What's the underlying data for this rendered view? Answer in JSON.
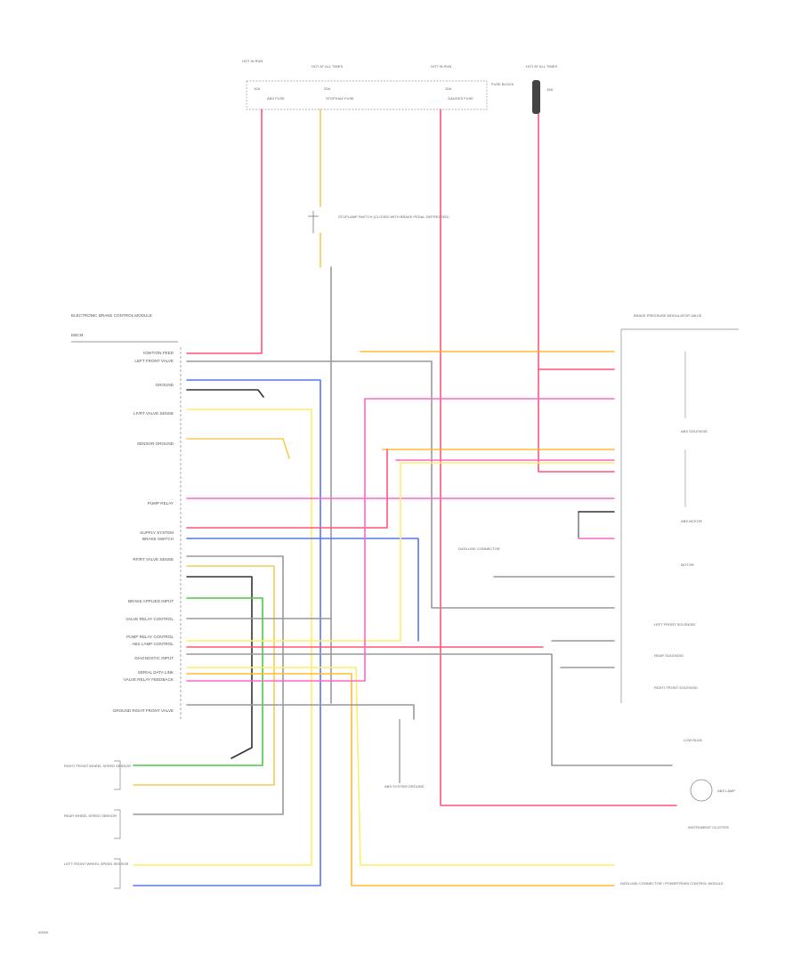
{
  "fuse_block": {
    "labels": [
      "HOT IN RUN",
      "HOT AT ALL TIMES",
      "HOT IN RUN",
      "HOT AT ALL TIMES"
    ],
    "ratings": [
      "10A",
      "20A",
      "10A",
      "15A"
    ],
    "fuse_names": [
      "ABS FUSE",
      "STOP/HAZ FUSE",
      "GAUGES FUSE",
      "FUSE BLOCK"
    ]
  },
  "brake_switch": {
    "label": "STOPLAMP SWITCH (CLOSED WITH BRAKE PEDAL DEPRESSED)"
  },
  "module": {
    "title": "ELECTRONIC BRAKE CONTROL MODULE",
    "subtitle": "EBCM",
    "circuits": [
      "IGNITION FEED",
      "LEFT FRONT VALVE",
      "GROUND",
      "LF/RT VALVE SENSE",
      "SENSOR GROUND",
      "PUMP RELAY",
      "SUPPLY SYSTEM",
      "BRAKE SWITCH",
      "RF/RT VALVE SENSE",
      "BRAKE APPLIED INPUT",
      "VALVE RELAY CONTROL",
      "PUMP RELAY CONTROL",
      "ABS LAMP CONTROL",
      "DIAGNOSTIC INPUT",
      "SERIAL DATA LINK",
      "VALVE RELAY FEEDBACK",
      "GROUND RIGHT FRONT VALVE"
    ]
  },
  "pressure_modulator": {
    "title": "BRAKE PRESSURE MODULATOR VALVE",
    "sections": [
      "ABS SOLENOID",
      "ABS MOTOR",
      "MOTOR",
      "LEFT FRONT SOLENOID",
      "REAR SOLENOID",
      "RIGHT FRONT SOLENOID"
    ]
  },
  "sensors": {
    "right_front": "RIGHT FRONT WHEEL SPEED SENSOR",
    "rear": "REAR WHEEL SPEED SENSOR",
    "left_front": "LEFT FRONT WHEEL SPEED SENSOR"
  },
  "ground_label": "ABS SYSTEM GROUND",
  "splice_label": "DATA LINK CONNECTOR",
  "cluster": {
    "title": "INSTRUMENT CLUSTER",
    "lamp_label": "ABS LAMP",
    "bulb_label": "LOW BULB"
  },
  "output_label": "DATA LINK CONNECTOR / POWERTRAIN CONTROL MODULE",
  "figure_code": "00000",
  "wire_colors": {
    "red": "#ff5577",
    "pink": "#ff66cc",
    "yellow": "#ffee66",
    "tan": "#f2cc55",
    "orange": "#ffbb33",
    "blue": "#5577ee",
    "gray": "#999999",
    "green": "#44cc44",
    "black": "#333333"
  }
}
